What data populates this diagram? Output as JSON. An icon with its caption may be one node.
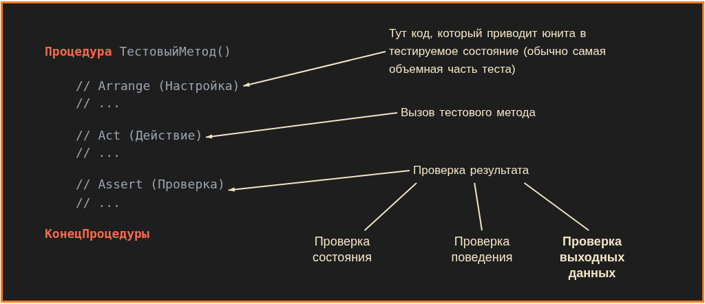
{
  "diagram": {
    "nodes": [
      {
        "text": [
          "// Arrange (Настройка)"
        ]
      },
      {
        "text": [
          "// Act (Действие)"
        ]
      },
      {
        "text": [
          "// Assert (Проверка)"
        ]
      },
      {
        "text": [
          "Тут код, который приводит юнита в тестируемое состояние (обычно самая объемная часть теста)"
        ]
      },
      {
        "text": [
          "Вызов тестового метода"
        ]
      },
      {
        "text": [
          "Проверка результата"
        ]
      },
      {
        "text": [
          "Проверка состояния"
        ]
      },
      {
        "text": [
          "Проверка поведения"
        ]
      },
      {
        "text": [
          "Проверка выходных данных"
        ]
      }
    ],
    "edges": [
      {
        "from": 3,
        "to": 0,
        "arrow": "to"
      },
      {
        "from": 4,
        "to": 1,
        "arrow": "to"
      },
      {
        "from": 5,
        "to": 2,
        "arrow": "to"
      },
      {
        "from": 5,
        "to": 6,
        "arrow": "none"
      },
      {
        "from": 5,
        "to": 7,
        "arrow": "none"
      },
      {
        "from": 5,
        "to": 8,
        "arrow": "none"
      }
    ],
    "labels": [
      "**Процедура** ТестовыйМетод()",
      "// ...",
      "// ...",
      "// ...",
      "КонецПроцедуры"
    ]
  }
}
